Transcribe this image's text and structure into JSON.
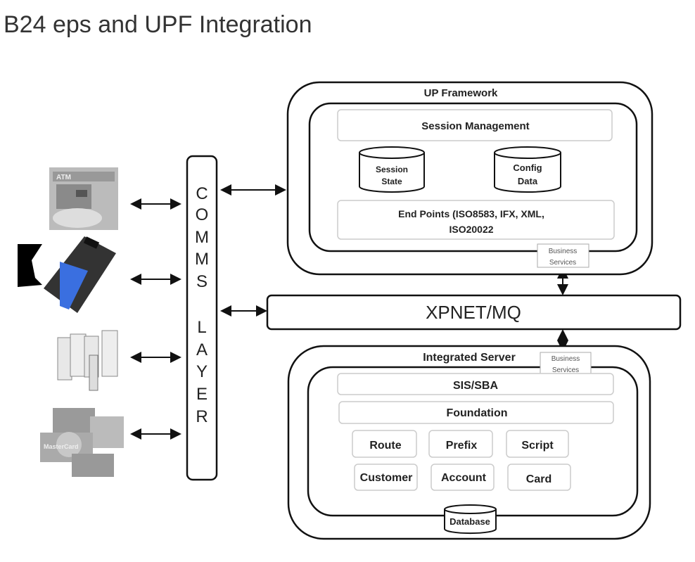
{
  "title": "B24 eps and UPF Integration",
  "devices": [
    {
      "name": "atm",
      "label": "ATM"
    },
    {
      "name": "card-reader"
    },
    {
      "name": "host-servers"
    },
    {
      "name": "card-networks",
      "label": "MasterCard"
    }
  ],
  "comms_layer": {
    "letters": [
      "C",
      "O",
      "M",
      "M",
      "S",
      "L",
      "A",
      "Y",
      "E",
      "R"
    ]
  },
  "up_framework": {
    "label": "UP Framework",
    "session_management": "Session Management",
    "session_state": [
      "Session",
      "State"
    ],
    "config_data": [
      "Config",
      "Data"
    ],
    "end_points": [
      "End Points (ISO8583, IFX, XML,",
      "ISO20022"
    ],
    "business_services": [
      "Business",
      "Services"
    ]
  },
  "xpnet": "XPNET/MQ",
  "integrated_server": {
    "label": "Integrated Server",
    "business_services": [
      "Business",
      "Services"
    ],
    "sis_sba": "SIS/SBA",
    "foundation": "Foundation",
    "modules": [
      "Route",
      "Prefix",
      "Script",
      "Customer",
      "Account",
      "Card"
    ],
    "database": "Database"
  }
}
